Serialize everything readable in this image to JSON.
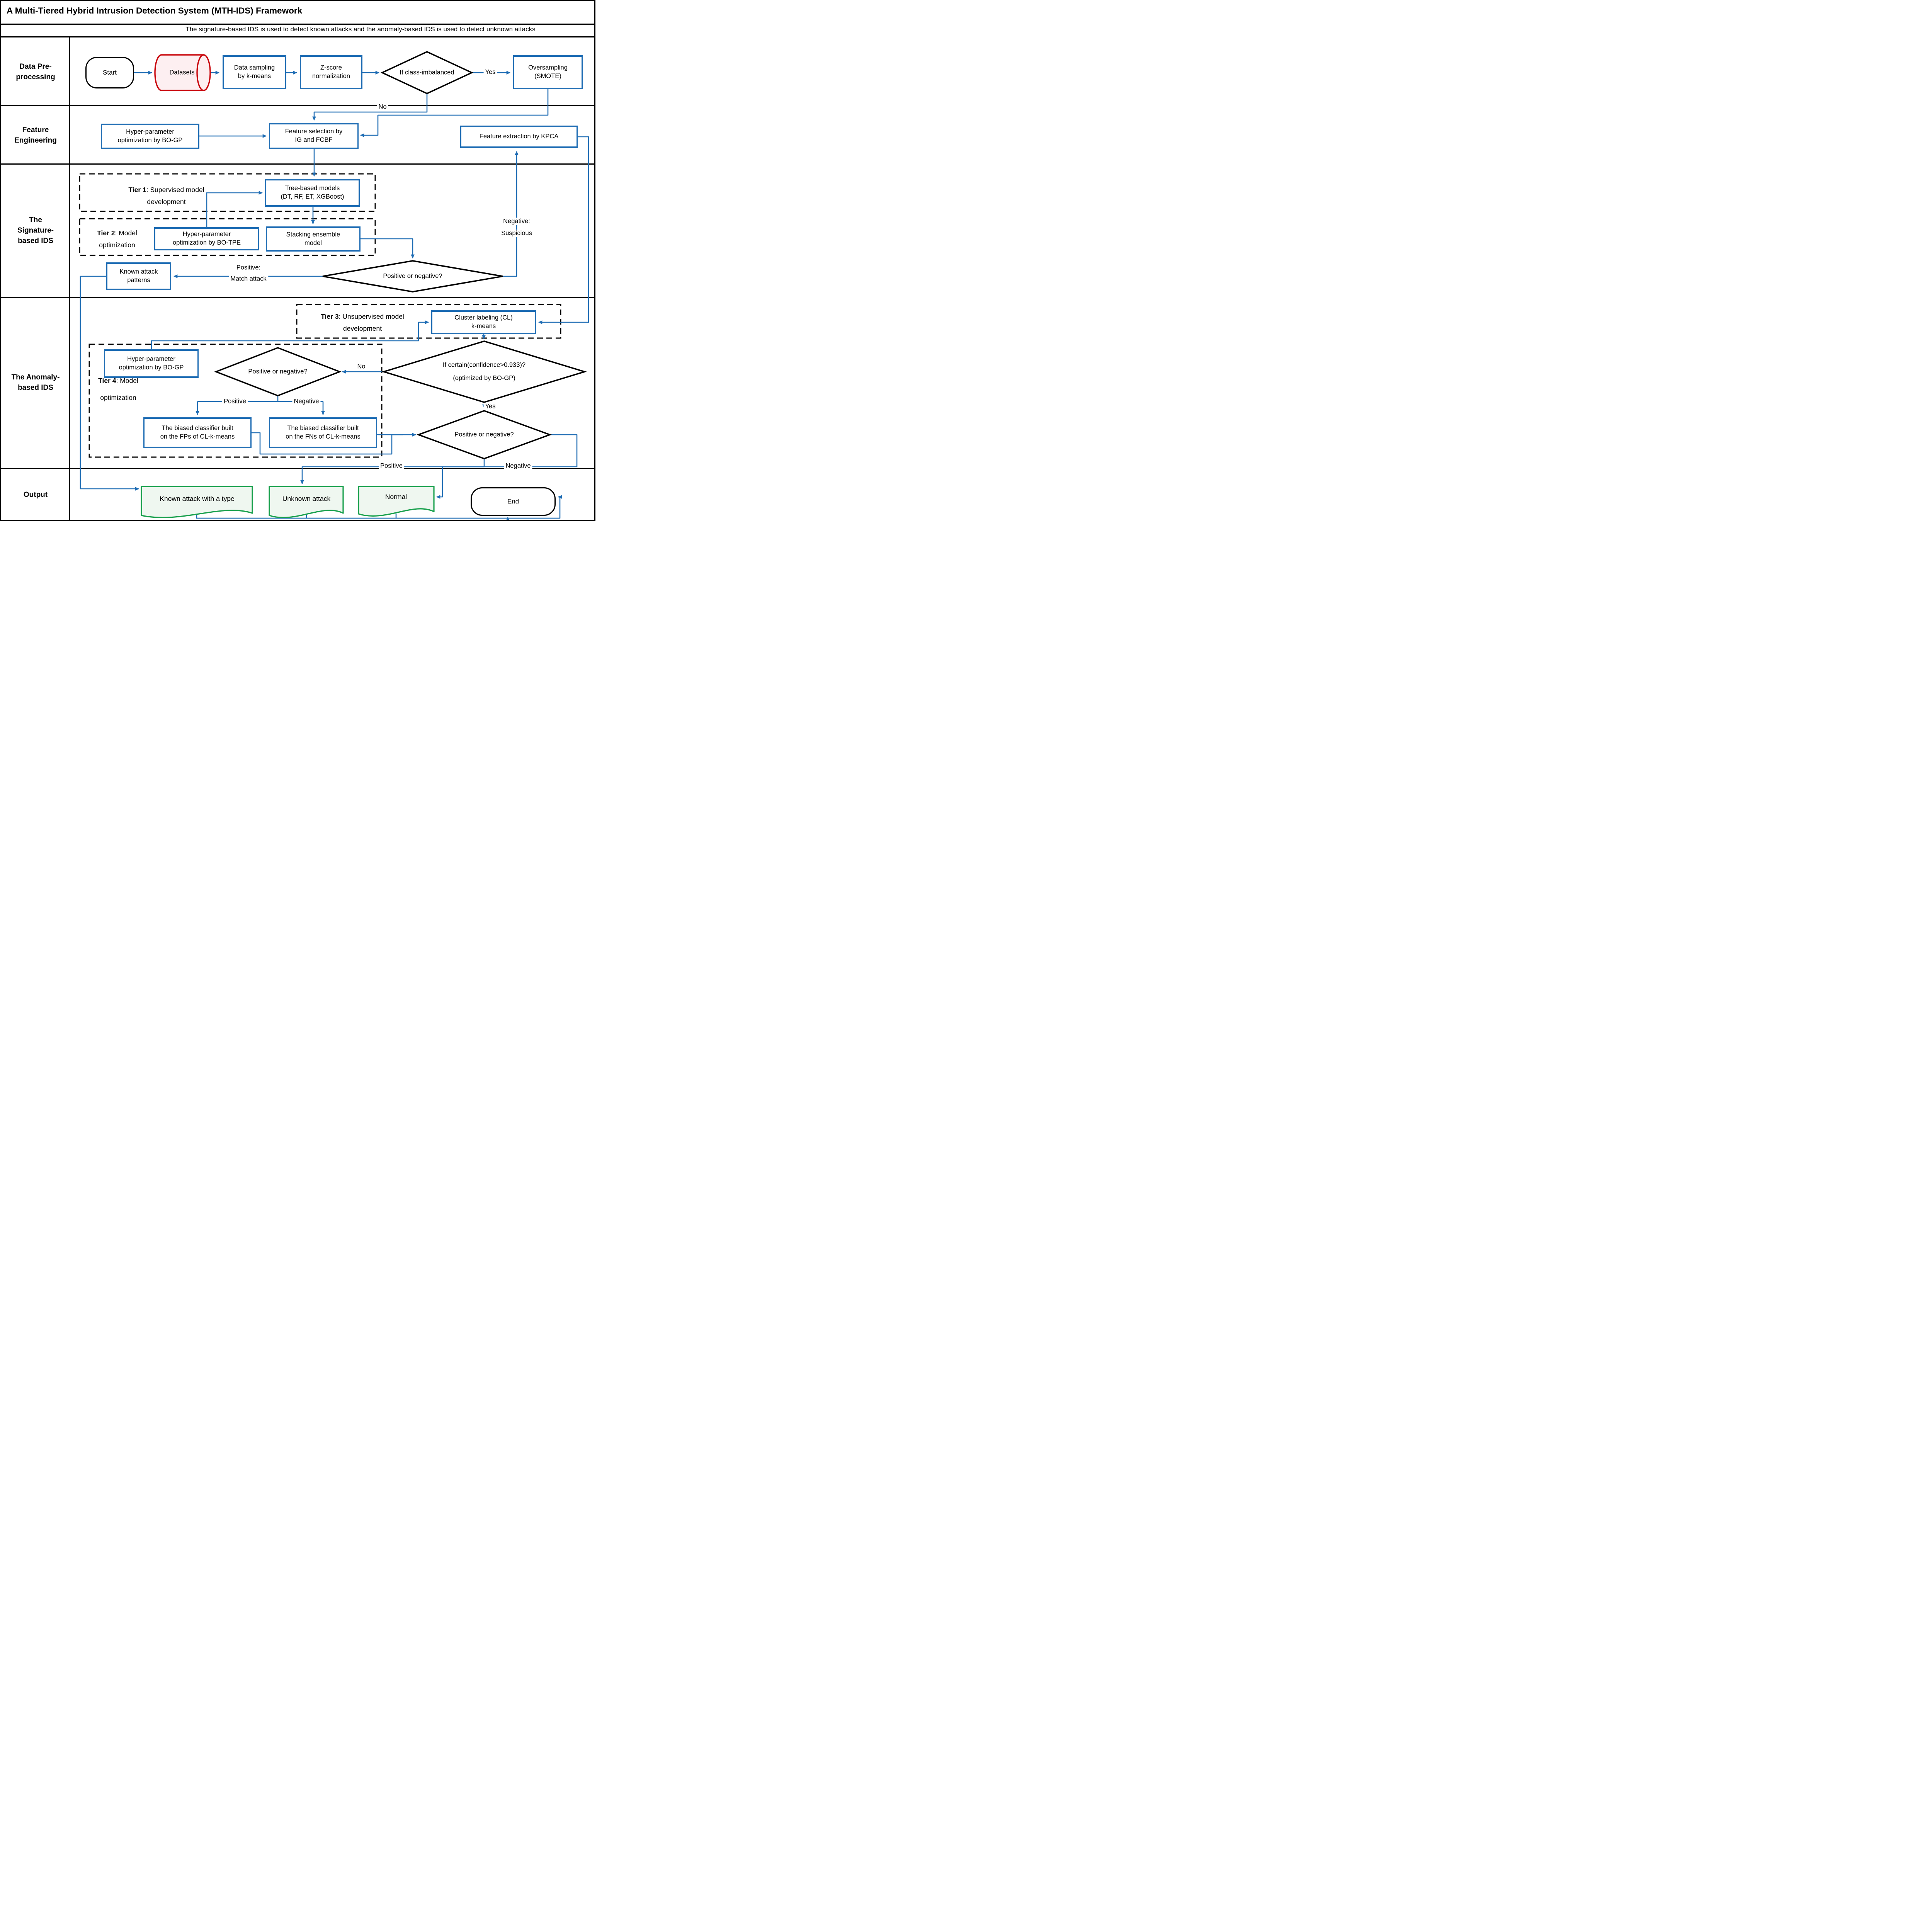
{
  "title": "A Multi-Tiered Hybrid Intrusion Detection System (MTH-IDS) Framework",
  "subtitle": "The signature-based IDS is used to detect known attacks and the anomaly-based IDS is used to detect unknown attacks",
  "colors": {
    "flow_blue": "#1f6db4",
    "dataset_red": "#c9080e",
    "output_green": "#18a04c",
    "line_black": "#000000"
  },
  "rows": {
    "pre": {
      "l1": "Data Pre-",
      "l2": "processing"
    },
    "fe": {
      "l1": "Feature",
      "l2": "Engineering"
    },
    "sig": {
      "l1": "The",
      "l2": "Signature-",
      "l3": "based IDS"
    },
    "an": {
      "l1": "The Anomaly-",
      "l2": "based IDS"
    },
    "out": {
      "l1": "Output"
    }
  },
  "tiers": {
    "t1": {
      "bold": "Tier 1",
      "rest": ": Supervised model",
      "line2": "development"
    },
    "t2": {
      "bold": "Tier 2",
      "rest": ": Model",
      "line2": "optimization"
    },
    "t3": {
      "bold": "Tier 3",
      "rest": ": Unsupervised model",
      "line2": "development"
    },
    "t4": {
      "bold": "Tier 4",
      "rest": ": Model",
      "line2": "optimization"
    }
  },
  "nodes": {
    "start": {
      "label": "Start"
    },
    "datasets": {
      "label": "Datasets"
    },
    "sampling": {
      "l1": "Data sampling",
      "l2": "by k-means"
    },
    "zscore": {
      "l1": "Z-score",
      "l2": "normalization"
    },
    "imbalanced": {
      "label": "If class-imbalanced"
    },
    "smote": {
      "l1": "Oversampling",
      "l2": "(SMOTE)"
    },
    "bogp_fe": {
      "l1": "Hyper-parameter",
      "l2": "optimization by BO-GP"
    },
    "featsel": {
      "l1": "Feature selection by",
      "l2": "IG and FCBF"
    },
    "kpca": {
      "label": "Feature extraction by KPCA"
    },
    "tree": {
      "l1": "Tree-based models",
      "l2": "(DT, RF, ET, XGBoost)"
    },
    "botpe": {
      "l1": "Hyper-parameter",
      "l2": "optimization by BO-TPE"
    },
    "stacking": {
      "l1": "Stacking ensemble",
      "l2": "model"
    },
    "kap": {
      "l1": "Known attack",
      "l2": "patterns"
    },
    "sig_decision": {
      "label": "Positive or negative?"
    },
    "cluster": {
      "l1": "Cluster labeling (CL)",
      "l2": "k-means"
    },
    "certain": {
      "l1": "If certain(confidence>0.933)?",
      "l2": "(optimized by BO-GP)"
    },
    "bogp_t4": {
      "l1": "Hyper-parameter",
      "l2": "optimization by BO-GP"
    },
    "an_decision1": {
      "label": "Positive or negative?"
    },
    "fps": {
      "l1": "The biased classifier built",
      "l2": "on the FPs of CL-k-means"
    },
    "fns": {
      "l1": "The biased classifier built",
      "l2": "on the FNs of CL-k-means"
    },
    "an_decision2": {
      "label": "Positive or negative?"
    },
    "out_known": {
      "label": "Known attack with  a type"
    },
    "out_unknown": {
      "label": "Unknown attack"
    },
    "out_normal": {
      "label": "Normal"
    },
    "end": {
      "label": "End"
    }
  },
  "edge_labels": {
    "yes_imbalanced": "Yes",
    "no_imbalanced": "No",
    "positive_match_1": "Positive:",
    "positive_match_2": "Match attack",
    "negative_suspicious_1": "Negative:",
    "negative_suspicious_2": "Suspicious",
    "no_certain": "No",
    "yes_certain": "Yes",
    "tier4_positive": "Positive",
    "tier4_negative": "Negative",
    "final_positive": "Positive",
    "final_negative": "Negative"
  }
}
